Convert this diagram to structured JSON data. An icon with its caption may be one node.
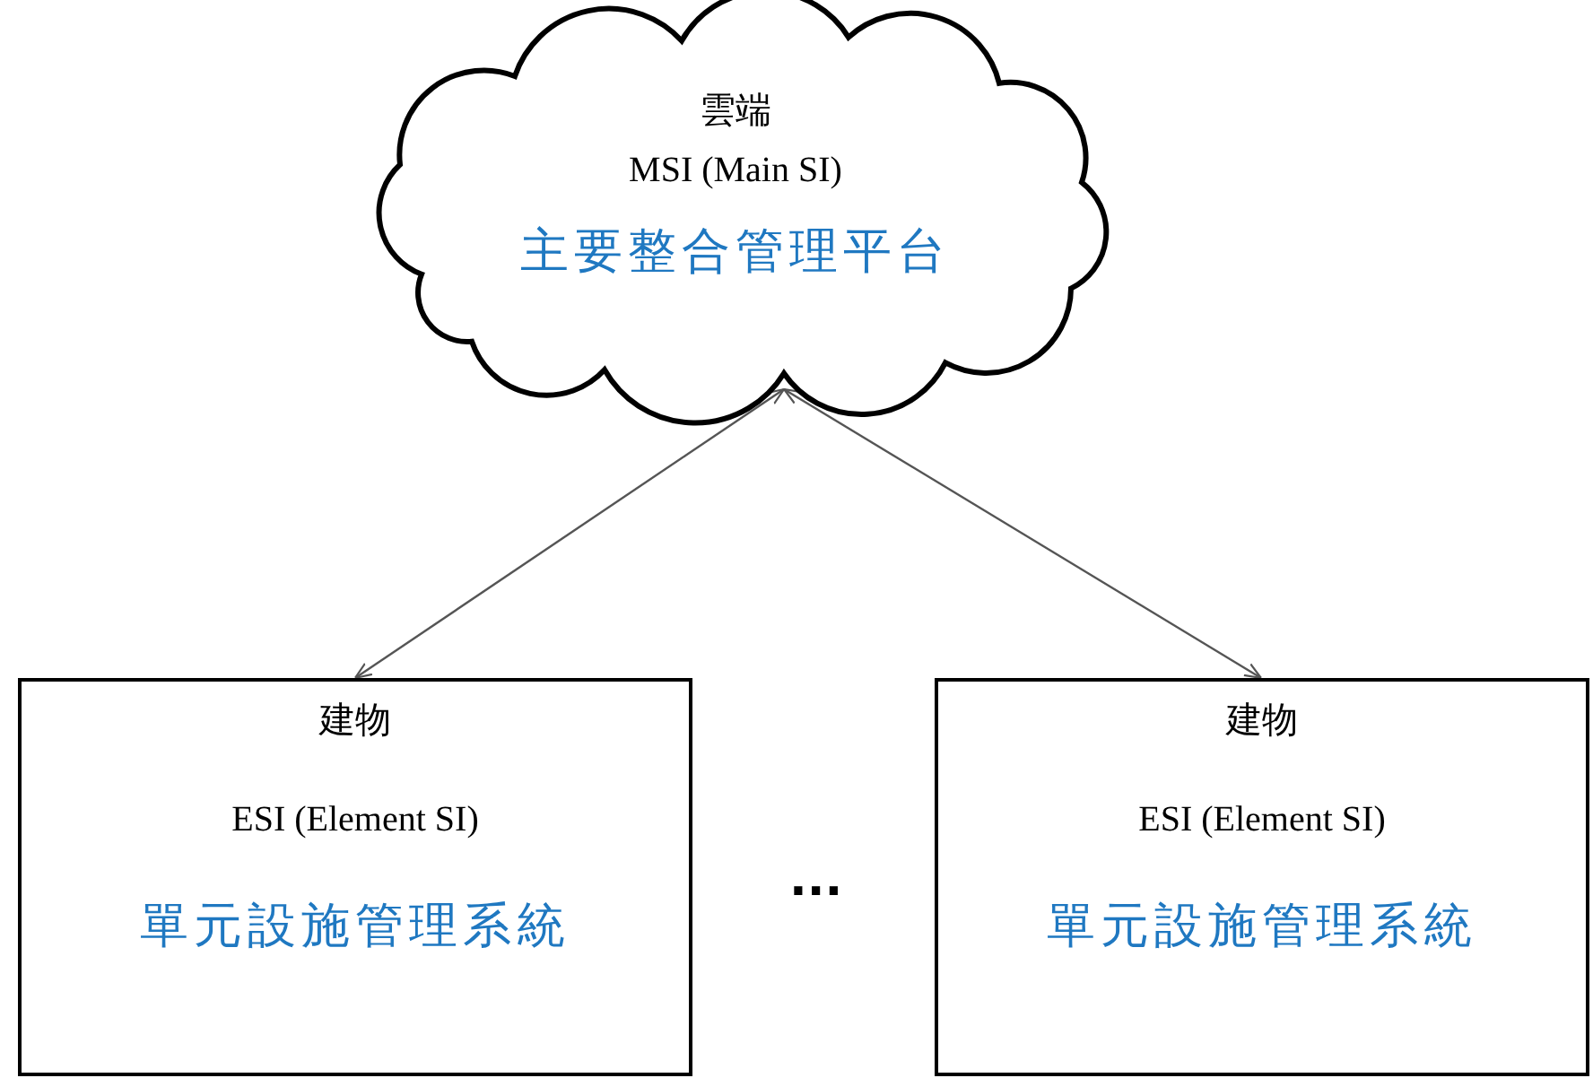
{
  "diagram": {
    "nodes": [
      {
        "text": [
          "雲端",
          "MSI (Main SI)",
          "主要整合管理平台"
        ]
      },
      {
        "text": [
          "建物",
          "ESI (Element SI)",
          "單元設施管理系統"
        ]
      },
      {
        "text": [
          "建物",
          "ESI (Element SI)",
          "單元設施管理系統"
        ]
      }
    ],
    "edges": [
      {
        "from": 0,
        "to": 1,
        "arrow": "both"
      },
      {
        "from": 0,
        "to": 2,
        "arrow": "both"
      }
    ],
    "labels": [
      "..."
    ]
  }
}
